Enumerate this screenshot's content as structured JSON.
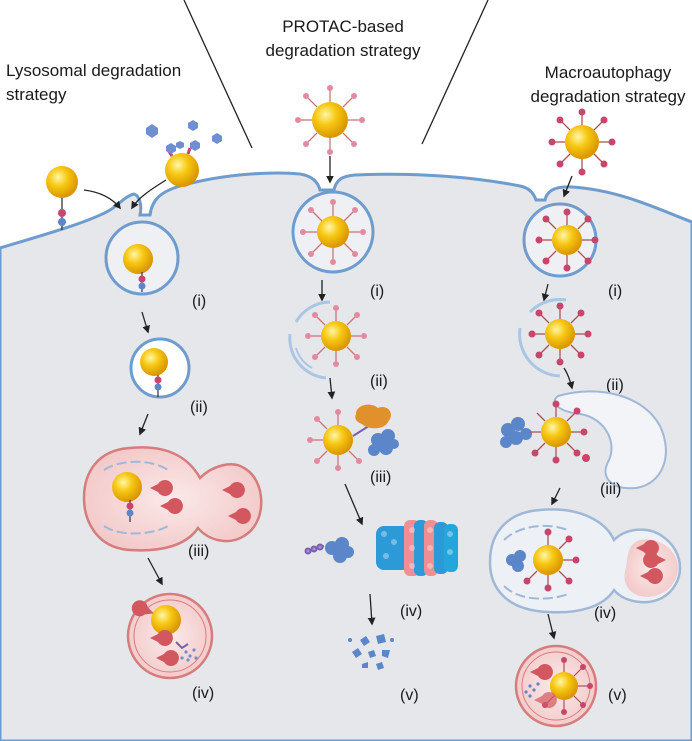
{
  "titles": {
    "left_line1": "Lysosomal degradation",
    "left_line2": "strategy",
    "center_line1": "PROTAC-based",
    "center_line2": "degradation strategy",
    "right_line1": "Macroautophagy",
    "right_line2": "degradation strategy"
  },
  "left_steps": [
    "(i)",
    "(ii)",
    "(iii)",
    "(iv)"
  ],
  "center_steps": [
    "(i)",
    "(ii)",
    "(iii)",
    "(iv)",
    "(v)"
  ],
  "right_steps": [
    "(i)",
    "(ii)",
    "(iii)",
    "(iv)",
    "(v)"
  ],
  "colors": {
    "cytoplasm": "#e6e7ea",
    "membrane": "#6f9ccf",
    "gold_nanoparticle": "#f2b705",
    "lysosome_fill": "#f5d7d7",
    "lysosome_border": "#d77c7c",
    "enzyme": "#d2575f",
    "target_protein": "#5b86c9",
    "proteasome_blue": "#2d9ad8",
    "proteasome_pink": "#ef8f93",
    "ligase": "#e0912c",
    "ligand_pink": "#e38aa2"
  }
}
